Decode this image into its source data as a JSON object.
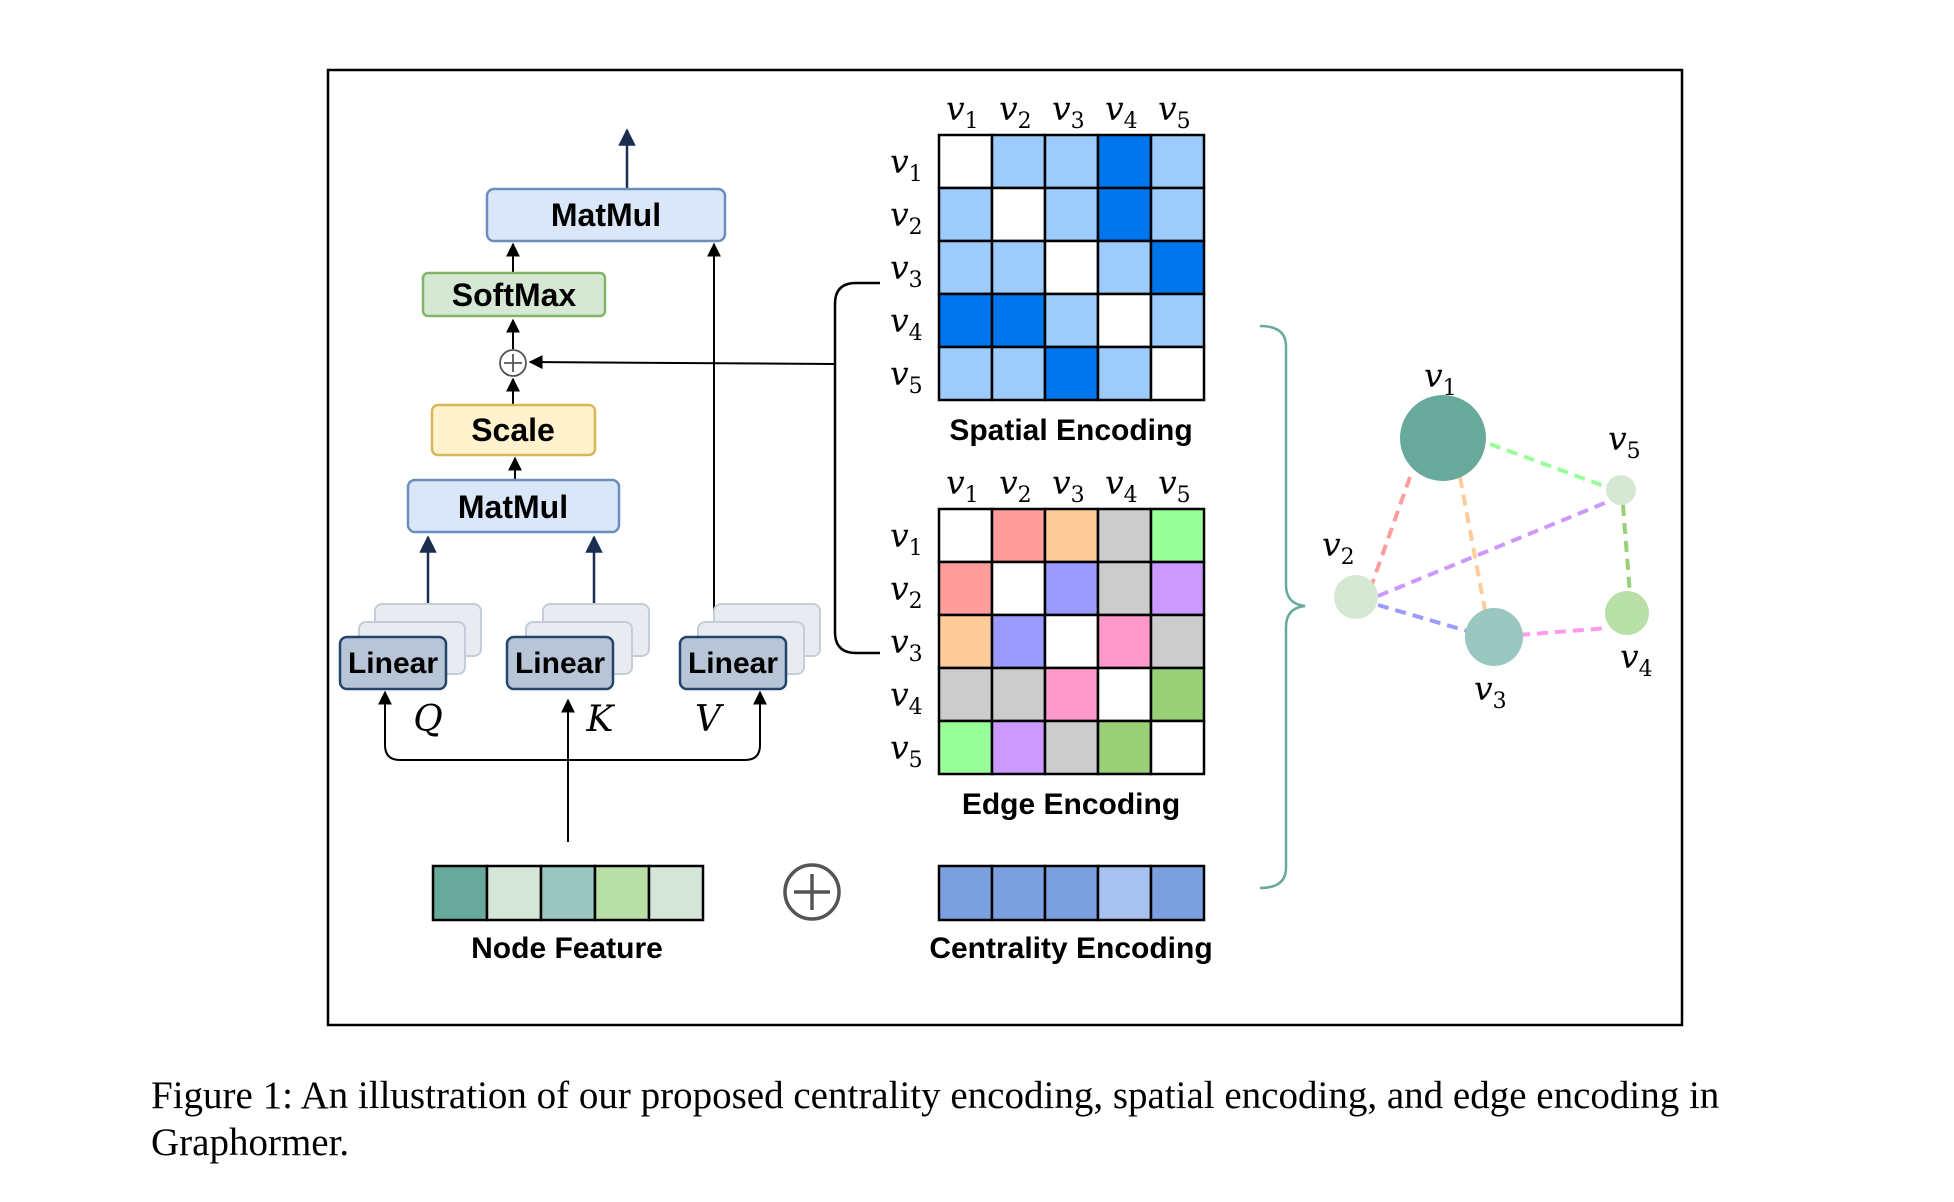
{
  "diagram": {
    "output_matmul": "MatMul",
    "softmax": "SoftMax",
    "scale": "Scale",
    "input_matmul": "MatMul",
    "linear_q": "Linear",
    "linear_k": "Linear",
    "linear_v": "Linear",
    "q_label": "Q",
    "k_label": "K",
    "v_label": "V",
    "node_feature_label": "Node Feature",
    "spatial_encoding_label": "Spatial Encoding",
    "edge_encoding_label": "Edge Encoding",
    "centrality_encoding_label": "Centrality Encoding",
    "node_ids": [
      "1",
      "2",
      "3",
      "4",
      "5"
    ],
    "node_feature_colors": [
      "#67a99b",
      "#d3e6d7",
      "#9bc7c1",
      "#b8dfa6",
      "#d3e6d7"
    ],
    "centrality_colors": [
      "#7c9fe0",
      "#7c9fe0",
      "#7c9fe0",
      "#a8c2ef",
      "#7c9fe0"
    ],
    "spatial_matrix_colors": [
      [
        "#ffffff",
        "#9ccbfc",
        "#9ccbfc",
        "#0076ec",
        "#9ccbfc"
      ],
      [
        "#9ccbfc",
        "#ffffff",
        "#9ccbfc",
        "#0076ec",
        "#9ccbfc"
      ],
      [
        "#9ccbfc",
        "#9ccbfc",
        "#ffffff",
        "#9ccbfc",
        "#0076ec"
      ],
      [
        "#0076ec",
        "#0076ec",
        "#9ccbfc",
        "#ffffff",
        "#9ccbfc"
      ],
      [
        "#9ccbfc",
        "#9ccbfc",
        "#0076ec",
        "#9ccbfc",
        "#ffffff"
      ]
    ],
    "edge_matrix_colors": [
      [
        "#ffffff",
        "#ff9c9c",
        "#ffcc99",
        "#cccccc",
        "#99ff99"
      ],
      [
        "#ff9c9c",
        "#ffffff",
        "#9a9aff",
        "#cccccc",
        "#cc99ff"
      ],
      [
        "#ffcc99",
        "#9a9aff",
        "#ffffff",
        "#ff99cc",
        "#cccccc"
      ],
      [
        "#cccccc",
        "#cccccc",
        "#ff99cc",
        "#ffffff",
        "#99d077"
      ],
      [
        "#99ff99",
        "#cc99ff",
        "#cccccc",
        "#99d077",
        "#ffffff"
      ]
    ]
  },
  "caption": "Figure 1: An illustration of our proposed centrality encoding, spatial encoding, and edge encoding in Graphormer."
}
